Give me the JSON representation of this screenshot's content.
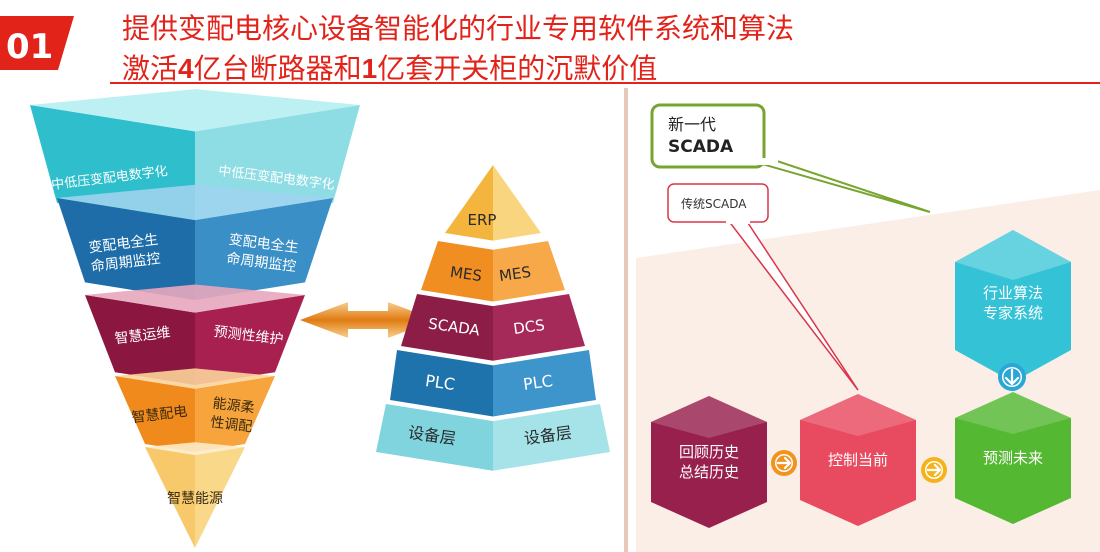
{
  "header": {
    "badge": "01",
    "title_line1": "提供变配电核心设备智能化的行业专用软件系统和算法",
    "title_line2_parts": [
      "激活",
      "4",
      "亿台断路器和",
      "1",
      "亿套开关柜的沉默价值"
    ]
  },
  "funnel": {
    "levels": [
      {
        "left": [
          "中低压变配电数字化"
        ],
        "right": [
          "中低压变配电数字化"
        ],
        "colors": {
          "top": "#b6eef2",
          "left": "#2fbfcc",
          "right": "#8fdde4"
        }
      },
      {
        "left": [
          "变配电全生",
          "命周期监控"
        ],
        "right": [
          "变配电全生",
          "命周期监控"
        ],
        "colors": {
          "top": "#9fd3ee",
          "left": "#1e6da8",
          "right": "#3a8fc6"
        }
      },
      {
        "left": [
          "智慧运维"
        ],
        "right": [
          "预测性维护"
        ],
        "colors": {
          "top": "#e7a7bd",
          "left": "#8b1740",
          "right": "#a8204f"
        }
      },
      {
        "left": [
          "智慧配电"
        ],
        "right": [
          "能源柔",
          "性调配"
        ],
        "colors": {
          "top": "#fbd39a",
          "left": "#f08a1c",
          "right": "#f6a43b"
        }
      },
      {
        "left": [
          "智慧能源"
        ],
        "right": [],
        "colors": {
          "top": "#fdebc6",
          "left": "#f8c96a",
          "right": "#fad889"
        }
      }
    ]
  },
  "pyramid": {
    "levels": [
      {
        "left": "ERP",
        "right": "",
        "colors": {
          "left": "#f3b53e",
          "right": "#fad57f"
        }
      },
      {
        "left": "MES",
        "right": "MES",
        "colors": {
          "left": "#f18e22",
          "right": "#f7a94a"
        }
      },
      {
        "left": "SCADA",
        "right": "DCS",
        "colors": {
          "left": "#8c1d46",
          "right": "#a52959"
        }
      },
      {
        "left": "PLC",
        "right": "PLC",
        "colors": {
          "left": "#1f73ad",
          "right": "#3d95cc"
        }
      },
      {
        "left": "设备层",
        "right": "设备层",
        "colors": {
          "left": "#7fd4dd",
          "right": "#a6e3e9"
        }
      }
    ]
  },
  "flow": {
    "callout_new": {
      "line1": "新一代",
      "line2": "SCADA",
      "border": "#77a52f"
    },
    "callout_old": {
      "label": "传统SCADA",
      "border": "#d9364a"
    },
    "top_box": {
      "lines": [
        "行业算法",
        "专家系统"
      ],
      "color": "#34c3d6"
    },
    "boxes": [
      {
        "lines": [
          "回顾历史",
          "总结历史"
        ],
        "color": "#97204c"
      },
      {
        "lines": [
          "控制当前"
        ],
        "color": "#e84a5f"
      },
      {
        "lines": [
          "预测未来"
        ],
        "color": "#54b832"
      }
    ],
    "arrow_colors": [
      "#f2931f",
      "#f6b21b",
      "#2aa7d6"
    ]
  },
  "colors": {
    "accent": "#e2231a",
    "panel": "#fbeee6",
    "divider": "#e8c8b8"
  },
  "icons": [
    "double-arrow-icon",
    "arrow-right-icon",
    "arrow-down-icon"
  ]
}
